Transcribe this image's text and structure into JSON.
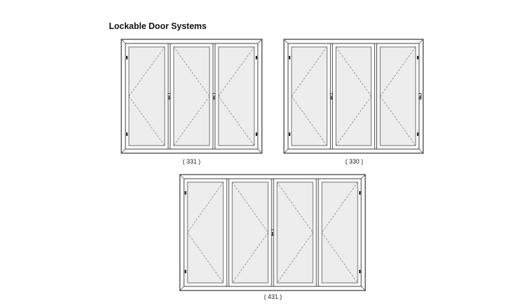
{
  "title": "Lockable Door Systems",
  "colors": {
    "frame_fill": "#ffffff",
    "frame_stroke": "#333333",
    "glass_fill": "#ededed",
    "dash_line": "#777777"
  },
  "icons": [
    "door-handle-icon",
    "hinge-icon"
  ],
  "systems": [
    {
      "code": "( 331 )",
      "panel_count": 3,
      "openings": [
        "left",
        "right",
        "left"
      ],
      "handles_between": [
        0,
        1
      ]
    },
    {
      "code": "( 330 )",
      "panel_count": 3,
      "openings": [
        "left",
        "right",
        "left"
      ],
      "handles_between": [
        0,
        2
      ]
    },
    {
      "code": "( 431 )",
      "panel_count": 4,
      "openings": [
        "left",
        "right",
        "right",
        "left"
      ],
      "handles_between": [
        1,
        1
      ]
    }
  ]
}
